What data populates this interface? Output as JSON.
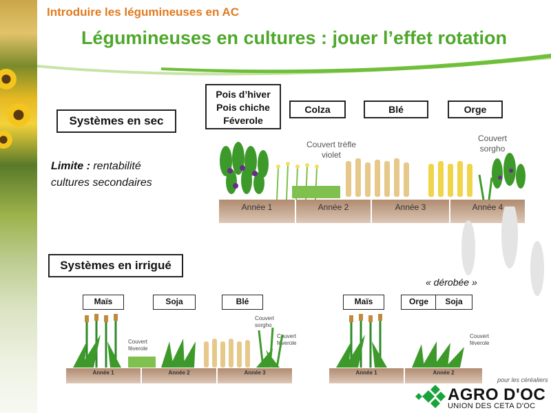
{
  "header": {
    "subtitle": "Introduire les légumineuses en AC",
    "title": "Légumineuses en cultures : jouer l’effet rotation"
  },
  "sec": {
    "label": "Systèmes en sec",
    "crops": {
      "legumes_line1": "Pois d’hiver",
      "legumes_line2": "Pois chiche",
      "legumes_line3": "Féverole",
      "colza": "Colza",
      "ble": "Blé",
      "orge": "Orge"
    },
    "limite_label": "Limite :",
    "limite_text_1": "rentabilité",
    "limite_text_2": "cultures secondaires",
    "cover_1_line1": "Couvert trèfle",
    "cover_1_line2": "violet",
    "cover_2_line1": "Couvert",
    "cover_2_line2": "sorgho",
    "years": [
      "Année 1",
      "Année 2",
      "Année 3",
      "Année 4"
    ]
  },
  "irrigue": {
    "label": "Systèmes en irrigué",
    "derobee": "« dérobée »",
    "left": {
      "crops": [
        "Maïs",
        "Soja",
        "Blé"
      ],
      "cover_feverole_1": "Couvert",
      "cover_feverole_2": "féverole",
      "cover_sorgho_1": "Couvert",
      "cover_sorgho_2": "sorgho",
      "cover_feverole_b1": "Couvert",
      "cover_feverole_b2": "féverole",
      "years": [
        "Année 1",
        "Année 2",
        "Année 3"
      ]
    },
    "right": {
      "crops": [
        "Maïs",
        "Orge",
        "Soja"
      ],
      "cover_1": "Couvert",
      "cover_2": "féverole",
      "years": [
        "Année 1",
        "Année 2"
      ]
    }
  },
  "logo": {
    "tagline": "pour les céréaliers",
    "name": "AGRO D'OC",
    "subname": "UNION DES CETA D'OC"
  },
  "colors": {
    "title_green": "#4ea72a",
    "subtitle_orange": "#e07a1e",
    "logo_green": "#19a33a"
  }
}
